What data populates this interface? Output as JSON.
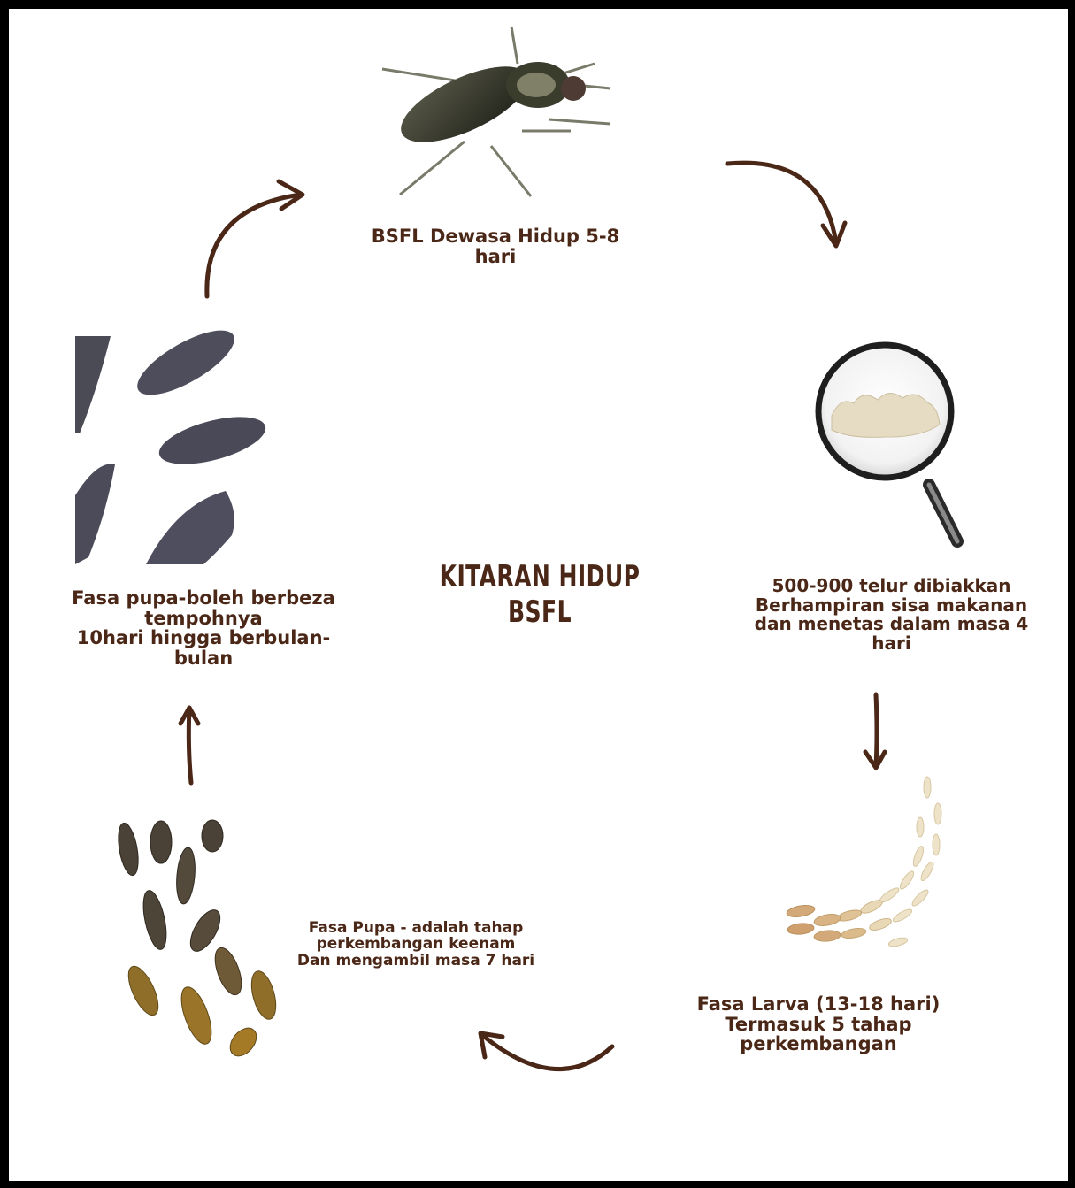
{
  "title": "KITARAN HIDUP BSFL",
  "stages": {
    "adult": {
      "lines": [
        "BSFL Dewasa Hidup 5-8 hari"
      ]
    },
    "eggs": {
      "lines": [
        "500-900 telur dibiakkan",
        "Berhampiran sisa makanan",
        "dan menetas dalam masa 4 hari"
      ]
    },
    "larva": {
      "lines": [
        "Fasa Larva (13-18 hari)",
        "Termasuk 5 tahap",
        "perkembangan"
      ]
    },
    "prepupa": {
      "lines": [
        "Fasa Pupa - adalah tahap",
        "perkembangan keenam",
        "Dan mengambil masa 7 hari"
      ]
    },
    "pupa": {
      "lines": [
        "Fasa pupa-boleh berbeza",
        "tempohnya",
        "10hari hingga berbulan-",
        "bulan"
      ]
    }
  },
  "colors": {
    "text": "#4a2716",
    "arrow": "#4a2716",
    "border": "#000000"
  }
}
